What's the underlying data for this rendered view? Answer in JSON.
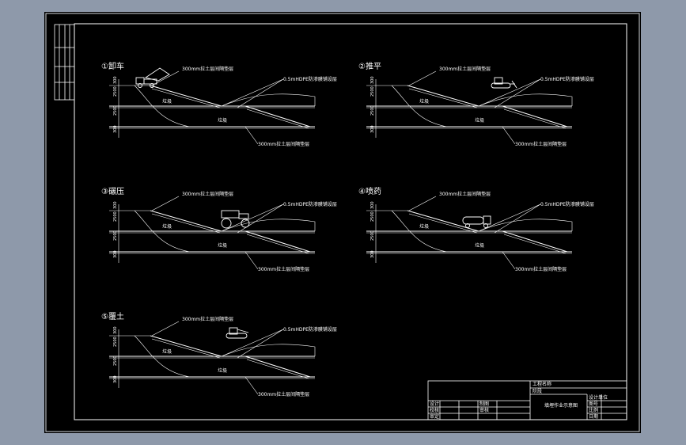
{
  "panels": [
    {
      "id": "panel-1",
      "title": "①卸车",
      "top_callout": "300mm拉土层间隔垫层",
      "side_callout": "0.5mHDPE防渗膜铺设层",
      "bottom_callout": "300mm拉土层间隔垫层",
      "waste_upper": "垃圾",
      "waste_lower": "垃圾",
      "dims": [
        "300",
        "2500",
        "2500",
        "300"
      ],
      "vehicle": "dump-truck"
    },
    {
      "id": "panel-2",
      "title": "②推平",
      "top_callout": "300mm拉土层间隔垫层",
      "side_callout": "0.5mHDPE防渗膜铺设层",
      "bottom_callout": "300mm拉土层间隔垫层",
      "waste_upper": "垃圾",
      "waste_lower": "垃圾",
      "dims": [
        "300",
        "2500",
        "2500",
        "300"
      ],
      "vehicle": "bulldozer"
    },
    {
      "id": "panel-3",
      "title": "③碾压",
      "top_callout": "300mm拉土层间隔垫层",
      "side_callout": "0.5mHDPE防渗膜铺设层",
      "bottom_callout": "300mm拉土层间隔垫层",
      "waste_upper": "垃圾",
      "waste_lower": "垃圾",
      "dims": [
        "300",
        "2500",
        "2500",
        "300"
      ],
      "vehicle": "compactor"
    },
    {
      "id": "panel-4",
      "title": "④喷药",
      "top_callout": "300mm拉土层间隔垫层",
      "side_callout": "0.5mHDPE防渗膜铺设层",
      "bottom_callout": "300mm拉土层间隔垫层",
      "waste_upper": "垃圾",
      "waste_lower": "垃圾",
      "dims": [
        "300",
        "2500",
        "2500",
        "300"
      ],
      "vehicle": "sprayer"
    },
    {
      "id": "panel-5",
      "title": "⑤覆土",
      "top_callout": "300mm拉土层间隔垫层",
      "side_callout": "0.5mHDPE防渗膜铺设层",
      "bottom_callout": "300mm拉土层间隔垫层",
      "waste_upper": "垃圾",
      "waste_lower": "垃圾",
      "dims": [
        "300",
        "2500",
        "2500",
        "300"
      ],
      "vehicle": "excavator"
    }
  ],
  "title_block": {
    "drawing_title": "填埋作业示意图",
    "design_unit": "设计单位",
    "stage": "阶段",
    "project": "工程名称",
    "drawing_no": "图号",
    "scale": "比例",
    "date": "日期",
    "designer": "设计",
    "checker": "校核",
    "approver": "审定",
    "drawn": "制图",
    "reviewed": "审核"
  },
  "colors": {
    "background": "#8e99aa",
    "sheet": "#000000",
    "linework": "#ffffff"
  }
}
